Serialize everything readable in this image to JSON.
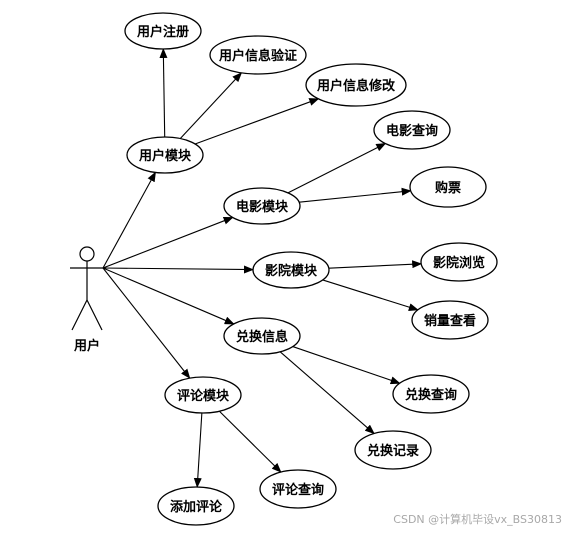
{
  "actor": {
    "label": "用户"
  },
  "nodes": [
    {
      "id": "user-register",
      "label": "用户注册"
    },
    {
      "id": "user-info-verify",
      "label": "用户信息验证"
    },
    {
      "id": "user-info-edit",
      "label": "用户信息修改"
    },
    {
      "id": "user-module",
      "label": "用户模块"
    },
    {
      "id": "movie-query",
      "label": "电影查询"
    },
    {
      "id": "movie-module",
      "label": "电影模块"
    },
    {
      "id": "buy-ticket",
      "label": "购票"
    },
    {
      "id": "cinema-module",
      "label": "影院模块"
    },
    {
      "id": "cinema-browse",
      "label": "影院浏览"
    },
    {
      "id": "sales-view",
      "label": "销量查看"
    },
    {
      "id": "exchange-info",
      "label": "兑换信息"
    },
    {
      "id": "exchange-query",
      "label": "兑换查询"
    },
    {
      "id": "exchange-record",
      "label": "兑换记录"
    },
    {
      "id": "comment-module",
      "label": "评论模块"
    },
    {
      "id": "add-comment",
      "label": "添加评论"
    },
    {
      "id": "comment-query",
      "label": "评论查询"
    }
  ],
  "edges": [
    [
      "actor",
      "user-module"
    ],
    [
      "actor",
      "movie-module"
    ],
    [
      "actor",
      "cinema-module"
    ],
    [
      "actor",
      "exchange-info"
    ],
    [
      "actor",
      "comment-module"
    ],
    [
      "user-module",
      "user-register"
    ],
    [
      "user-module",
      "user-info-verify"
    ],
    [
      "user-module",
      "user-info-edit"
    ],
    [
      "movie-module",
      "movie-query"
    ],
    [
      "movie-module",
      "buy-ticket"
    ],
    [
      "cinema-module",
      "cinema-browse"
    ],
    [
      "cinema-module",
      "sales-view"
    ],
    [
      "exchange-info",
      "exchange-query"
    ],
    [
      "exchange-info",
      "exchange-record"
    ],
    [
      "comment-module",
      "add-comment"
    ],
    [
      "comment-module",
      "comment-query"
    ]
  ],
  "watermark": "CSDN @计算机毕设vx_BS30813"
}
